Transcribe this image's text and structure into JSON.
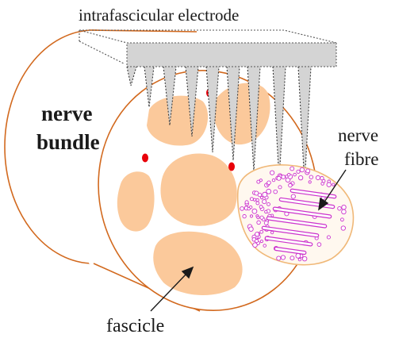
{
  "labels": {
    "electrode": "intrafascicular electrode",
    "nerve_bundle_line1": "nerve",
    "nerve_bundle_line2": "bundle",
    "nerve_fibre_line1": "nerve",
    "nerve_fibre_line2": "fibre",
    "fascicle": "fascicle"
  },
  "colors": {
    "nerve_outline": "#d2691e",
    "fascicle_fill": "#fbc99b",
    "electrode_fill": "#d4d4d4",
    "blood_vessel": "#e8000a",
    "fibre_magenta": "#cc33cc",
    "text": "#1a1a1a"
  }
}
